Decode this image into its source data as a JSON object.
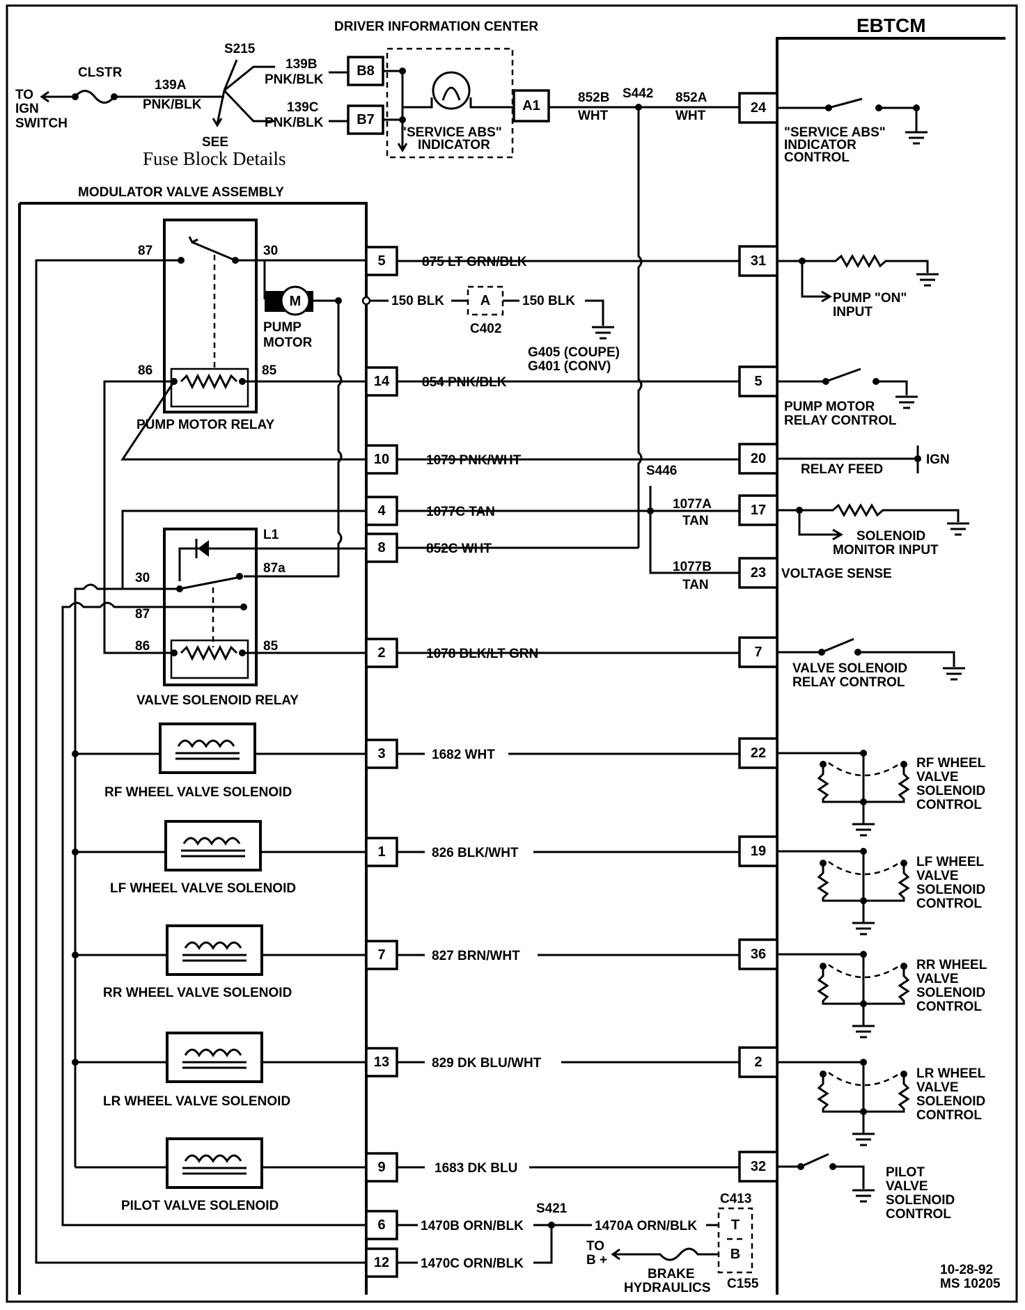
{
  "title_dic": "DRIVER INFORMATION CENTER",
  "ebtcm_title": "EBTCM",
  "modulator_title": "MODULATOR VALVE ASSEMBLY",
  "footer": {
    "date": "10-28-92",
    "ms": "MS 10205"
  },
  "top": {
    "to": "TO",
    "ign": "IGN",
    "switch": "SWITCH",
    "clstr": "CLSTR",
    "w139a_num": "139A",
    "w139a_color": "PNK/BLK",
    "splice_s215": "S215",
    "see": "SEE",
    "fuse_block": "Fuse Block Details",
    "w139b_num": "139B",
    "w139b_color": "PNK/BLK",
    "w139c_num": "139C",
    "w139c_color": "PNK/BLK",
    "pin_b8": "B8",
    "pin_b7": "B7",
    "pin_a1": "A1",
    "indicator_1": "\"SERVICE ABS\"",
    "indicator_2": "INDICATOR",
    "w852b_num": "852B",
    "w852b_color": "WHT",
    "splice_s442": "S442",
    "w852a_num": "852A",
    "w852a_color": "WHT"
  },
  "ebtcm": {
    "pin24": "24",
    "svc_1": "\"SERVICE ABS\"",
    "svc_2": "INDICATOR",
    "svc_3": "CONTROL",
    "pin31": "31",
    "pump_on_1": "PUMP \"ON\"",
    "pump_on_2": "INPUT",
    "pin5": "5",
    "pmr_ctrl_1": "PUMP MOTOR",
    "pmr_ctrl_2": "RELAY CONTROL",
    "pin20": "20",
    "relay_feed": "RELAY FEED",
    "ign": "IGN",
    "pin17": "17",
    "sol_mon_1": "SOLENOID",
    "sol_mon_2": "MONITOR INPUT",
    "pin23": "23",
    "voltage_sense": "VOLTAGE SENSE",
    "pin7": "7",
    "vsr_ctrl_1": "VALVE SOLENOID",
    "vsr_ctrl_2": "RELAY CONTROL",
    "pin22": "22",
    "pin19": "19",
    "pin36": "36",
    "pin2": "2",
    "pin32": "32",
    "rf_ctrl": [
      "RF WHEEL",
      "VALVE",
      "SOLENOID",
      "CONTROL"
    ],
    "lf_ctrl": [
      "LF WHEEL",
      "VALVE",
      "SOLENOID",
      "CONTROL"
    ],
    "rr_ctrl": [
      "RR WHEEL",
      "VALVE",
      "SOLENOID",
      "CONTROL"
    ],
    "lr_ctrl": [
      "LR WHEEL",
      "VALVE",
      "SOLENOID",
      "CONTROL"
    ],
    "pilot_ctrl": [
      "PILOT",
      "VALVE",
      "SOLENOID",
      "CONTROL"
    ]
  },
  "modulator": {
    "pmr_87": "87",
    "pmr_30": "30",
    "pmr_86": "86",
    "pmr_85": "85",
    "pump_motor_1": "PUMP",
    "pump_motor_2": "MOTOR",
    "motor_m": "M",
    "pump_motor_relay": "PUMP MOTOR RELAY",
    "vsr_l1": "L1",
    "vsr_30": "30",
    "vsr_87a": "87a",
    "vsr_87": "87",
    "vsr_86": "86",
    "vsr_85": "85",
    "valve_solenoid_relay": "VALVE SOLENOID  RELAY",
    "rf_sol": "RF WHEEL VALVE SOLENOID",
    "lf_sol": "LF WHEEL VALVE SOLENOID",
    "rr_sol": "RR WHEEL VALVE SOLENOID",
    "lr_sol": "LR WHEEL VALVE SOLENOID",
    "pilot_sol": "PILOT VALVE SOLENOID"
  },
  "connector": {
    "p5": "5",
    "p14": "14",
    "p10": "10",
    "p4": "4",
    "p8": "8",
    "p2": "2",
    "p3": "3",
    "p1": "1",
    "p7": "7",
    "p13": "13",
    "p9": "9",
    "p6": "6",
    "p12": "12"
  },
  "wires": {
    "w875": "875 LT GRN/BLK",
    "w150_left": "150 BLK",
    "w150_right": "150 BLK",
    "c402_pin": "A",
    "c402": "C402",
    "g405": "G405 (COUPE)",
    "g401": "G401 (CONV)",
    "w854": "854 PNK/BLK",
    "w1079": "1079 PNK/WHT",
    "w1077c": "1077C TAN",
    "splice_s446": "S446",
    "w1077a_num": "1077A",
    "w1077a_color": "TAN",
    "w852c": "852C WHT",
    "w1077b_num": "1077B",
    "w1077b_color": "TAN",
    "w1078": "1078 BLK/LT GRN",
    "w1682": "1682 WHT",
    "w826": "826 BLK/WHT",
    "w827": "827 BRN/WHT",
    "w829": "829 DK BLU/WHT",
    "w1683": "1683 DK BLU",
    "w1470b": "1470B ORN/BLK",
    "splice_s421": "S421",
    "w1470a": "1470A ORN/BLK",
    "w1470c": "1470C ORN/BLK",
    "c413": "C413",
    "c413_t": "T",
    "c413_b": "B",
    "c155": "C155",
    "to": "TO",
    "b_plus": "B +",
    "brake": "BRAKE",
    "hydraulics": "HYDRAULICS"
  }
}
